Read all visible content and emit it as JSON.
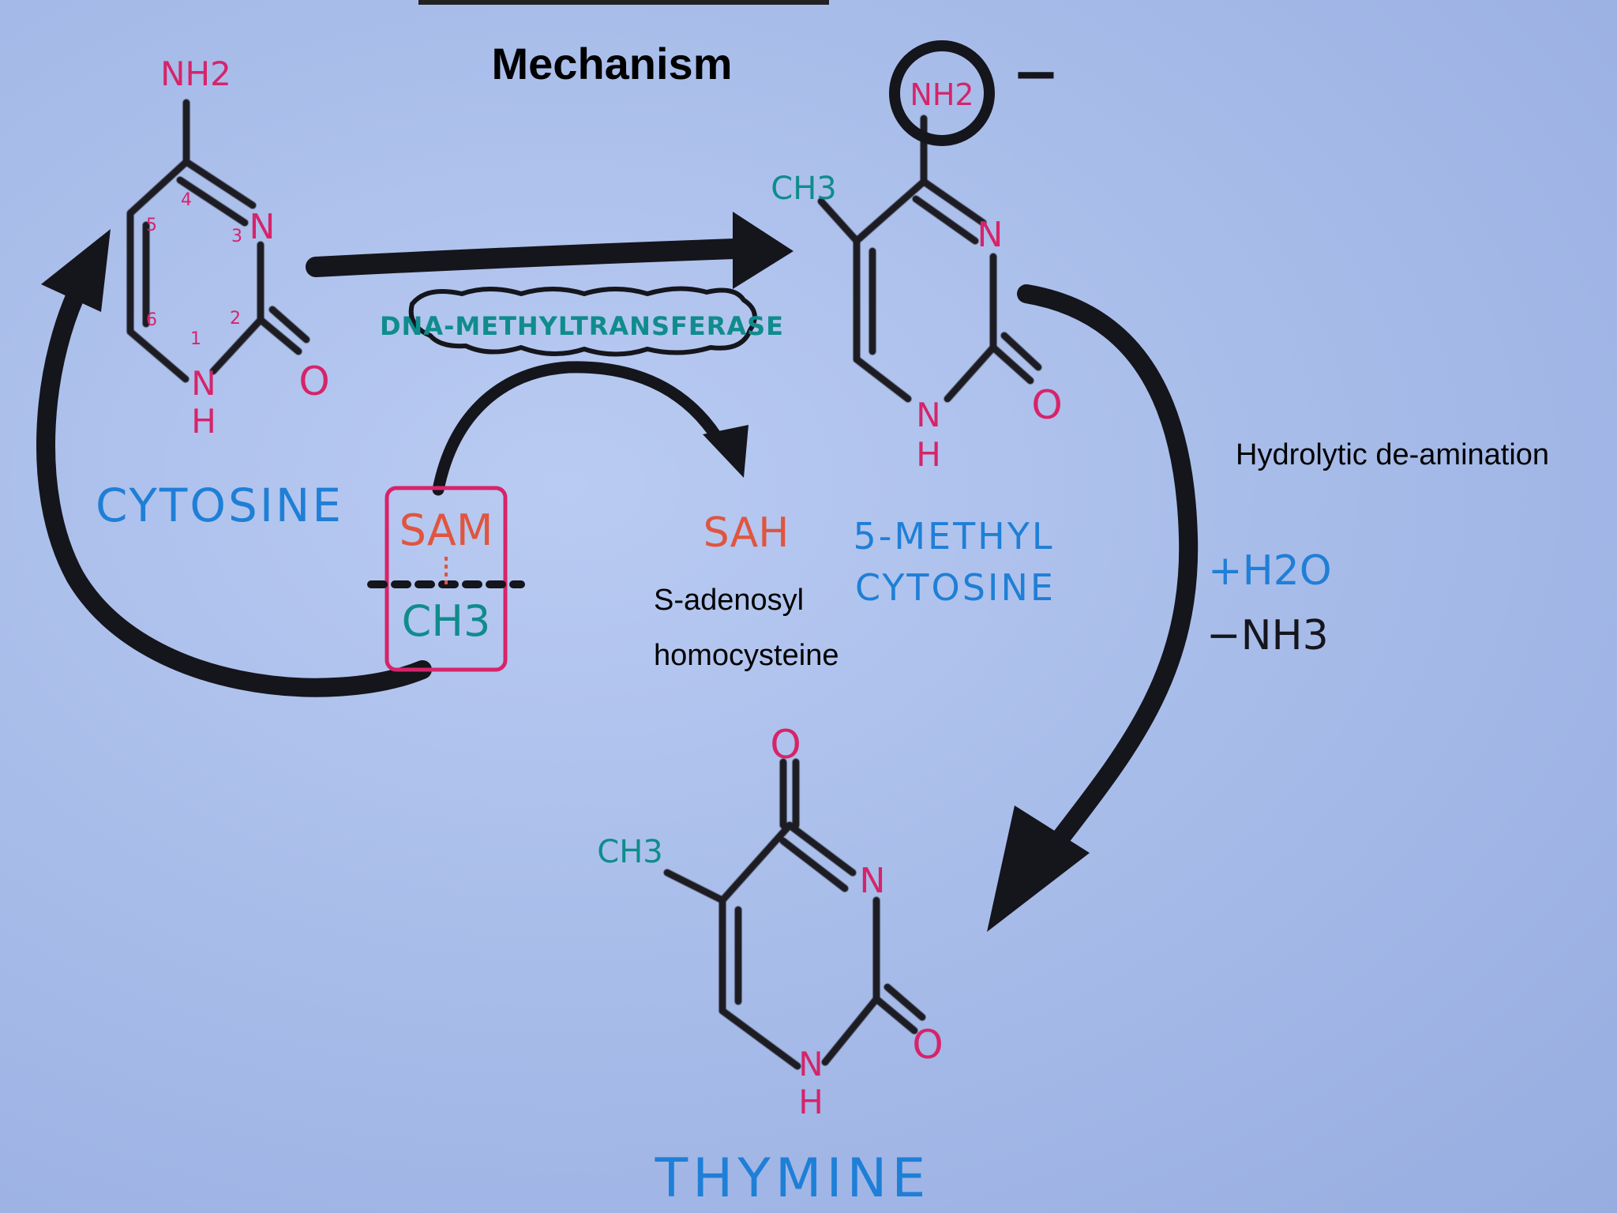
{
  "title": "Mechanism",
  "colors": {
    "atom_magenta": "#d6246a",
    "name_blue": "#1f7fd6",
    "teal": "#0f8c8c",
    "salmon": "#e0553f",
    "ink": "#15151c"
  },
  "cytosine": {
    "name": "CYTOSINE",
    "nh2": "NH2",
    "n3": "N",
    "o": "O",
    "n1": "N",
    "h": "H",
    "pos1": "1",
    "pos2": "2",
    "pos3": "3",
    "pos4": "4",
    "pos5": "5",
    "pos6": "6"
  },
  "enzyme": {
    "label": "DNA-METHYLTRANSFERASE"
  },
  "sam_box": {
    "sam": "SAM",
    "ch3": "CH3"
  },
  "sah": {
    "label": "SAH",
    "full_name_line1": "S-adenosyl",
    "full_name_line2": "homocysteine"
  },
  "methylcytosine": {
    "name_line1": "5-METHYL",
    "name_line2": "CYTOSINE",
    "nh2": "NH2",
    "minus": "−",
    "ch3": "CH3",
    "n3": "N",
    "o": "O",
    "n1": "N",
    "h": "H"
  },
  "deamination": {
    "label": "Hydrolytic de-amination",
    "plus_water": "+H2O",
    "minus_ammonia": "−NH3"
  },
  "thymine": {
    "name": "THYMINE",
    "o_top": "O",
    "ch3": "CH3",
    "n3": "N",
    "o": "O",
    "n1": "N",
    "h": "H"
  }
}
